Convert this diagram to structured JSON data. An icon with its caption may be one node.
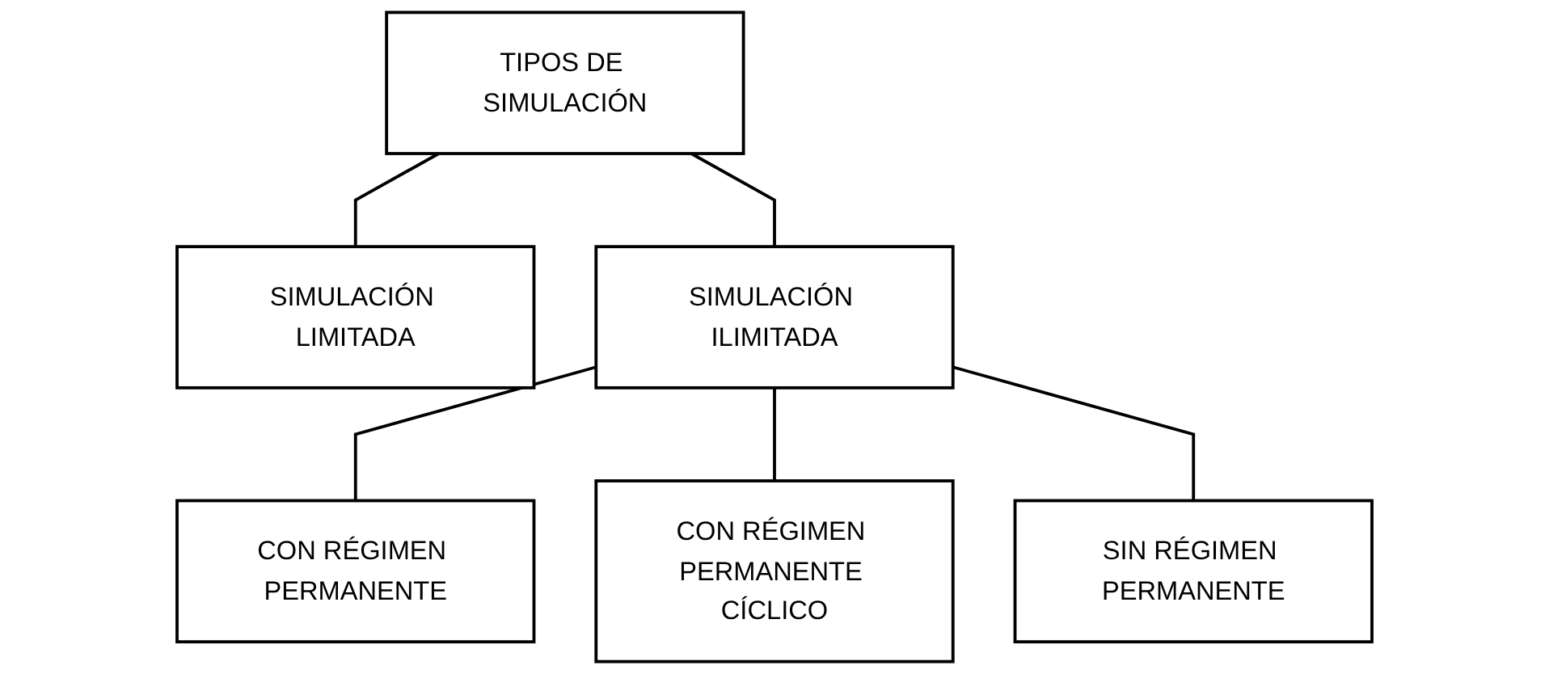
{
  "diagram": {
    "nodes": [
      {
        "text": [
          "TIPOS DE SIMULACIÓN"
        ]
      },
      {
        "text": [
          "SIMULACIÓN LIMITADA"
        ]
      },
      {
        "text": [
          "SIMULACIÓN ILIMITADA"
        ]
      },
      {
        "text": [
          "CON RÉGIMEN PERMANENTE"
        ]
      },
      {
        "text": [
          "CON RÉGIMEN PERMANENTE CÍCLICO"
        ]
      },
      {
        "text": [
          "SIN RÉGIMEN PERMANENTE"
        ]
      }
    ],
    "edges": [
      {
        "from": 0,
        "to": 1,
        "arrow": "none"
      },
      {
        "from": 0,
        "to": 2,
        "arrow": "none"
      },
      {
        "from": 2,
        "to": 3,
        "arrow": "none"
      },
      {
        "from": 2,
        "to": 4,
        "arrow": "none"
      },
      {
        "from": 2,
        "to": 5,
        "arrow": "none"
      }
    ]
  }
}
